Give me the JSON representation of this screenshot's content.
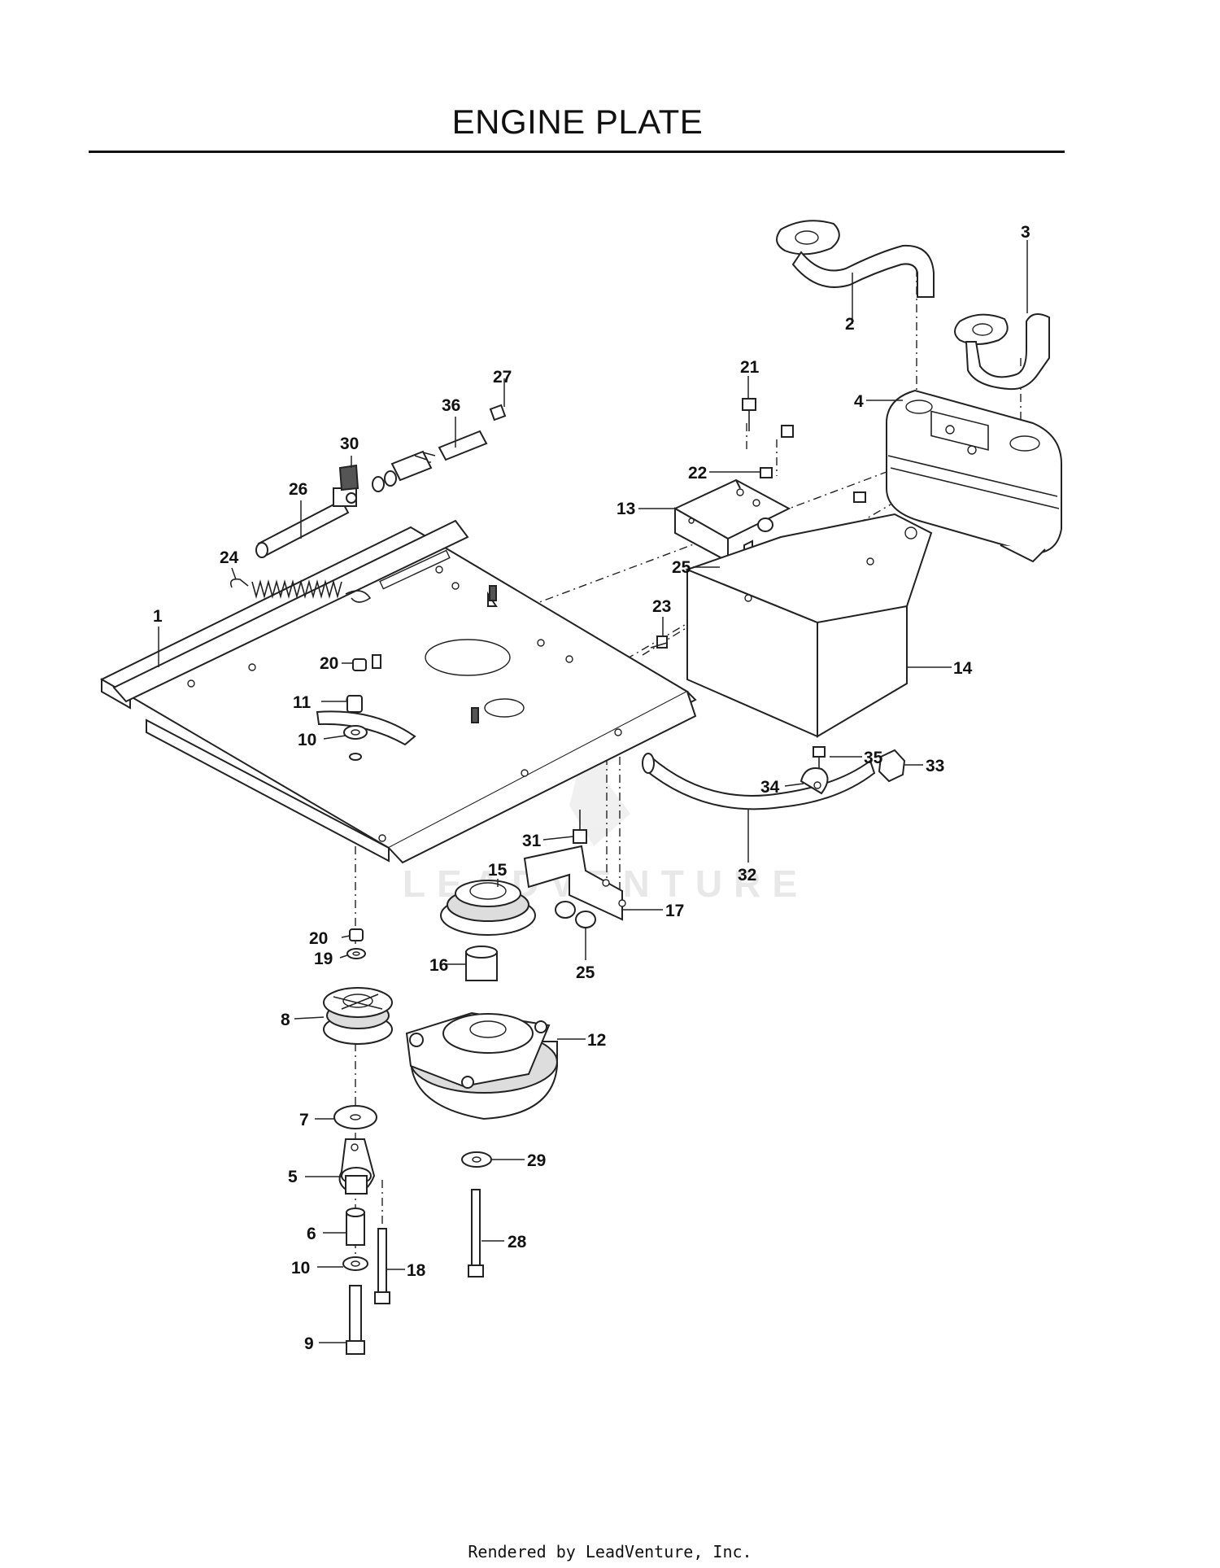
{
  "header": {
    "title": "ENGINE PLATE"
  },
  "watermark": {
    "text": "LEADVENTURE"
  },
  "footer": {
    "credit": "Rendered by LeadVenture, Inc."
  },
  "callouts": {
    "c1": "1",
    "c2": "2",
    "c3": "3",
    "c4": "4",
    "c5": "5",
    "c6": "6",
    "c7": "7",
    "c8": "8",
    "c9": "9",
    "c10a": "10",
    "c10b": "10",
    "c11": "11",
    "c12": "12",
    "c13": "13",
    "c14": "14",
    "c15": "15",
    "c16": "16",
    "c17": "17",
    "c18": "18",
    "c19": "19",
    "c20a": "20",
    "c20b": "20",
    "c21": "21",
    "c22": "22",
    "c23": "23",
    "c24": "24",
    "c25a": "25",
    "c25b": "25",
    "c26": "26",
    "c27": "27",
    "c28": "28",
    "c29": "29",
    "c30": "30",
    "c31": "31",
    "c32": "32",
    "c33": "33",
    "c34": "34",
    "c35": "35",
    "c36": "36"
  }
}
